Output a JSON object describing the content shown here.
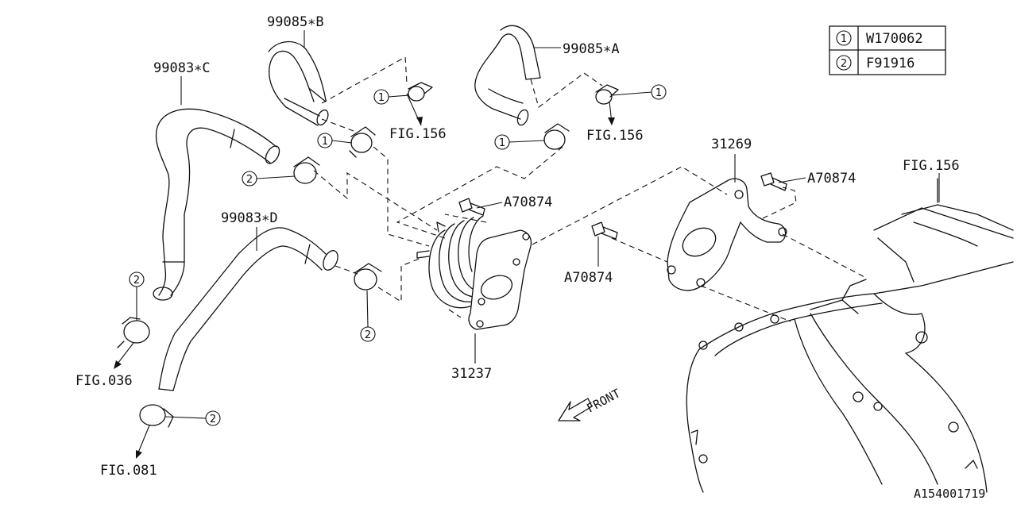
{
  "legend": {
    "rows": [
      {
        "symbol": "1",
        "part": "W170062"
      },
      {
        "symbol": "2",
        "part": "F91916"
      }
    ]
  },
  "parts": {
    "hose_b": "99085∗B",
    "hose_a": "99085∗A",
    "hose_c": "99083∗C",
    "hose_d": "99083∗D",
    "bracket": "31269",
    "cooler": "31237",
    "bolt_top": "A70874",
    "bolt_right": "A70874",
    "bolt_mid": "A70874"
  },
  "figs": {
    "fig_156_left": "FIG.156",
    "fig_156_mid": "FIG.156",
    "fig_156_right": "FIG.156",
    "fig_036": "FIG.036",
    "fig_081": "FIG.081"
  },
  "callouts": {
    "c1_a": "1",
    "c1_b": "1",
    "c1_c": "1",
    "c1_d": "1",
    "c2_a": "2",
    "c2_b": "2",
    "c2_c": "2",
    "c2_d": "2"
  },
  "front_label": "FRONT",
  "diagram_id": "A154001719"
}
